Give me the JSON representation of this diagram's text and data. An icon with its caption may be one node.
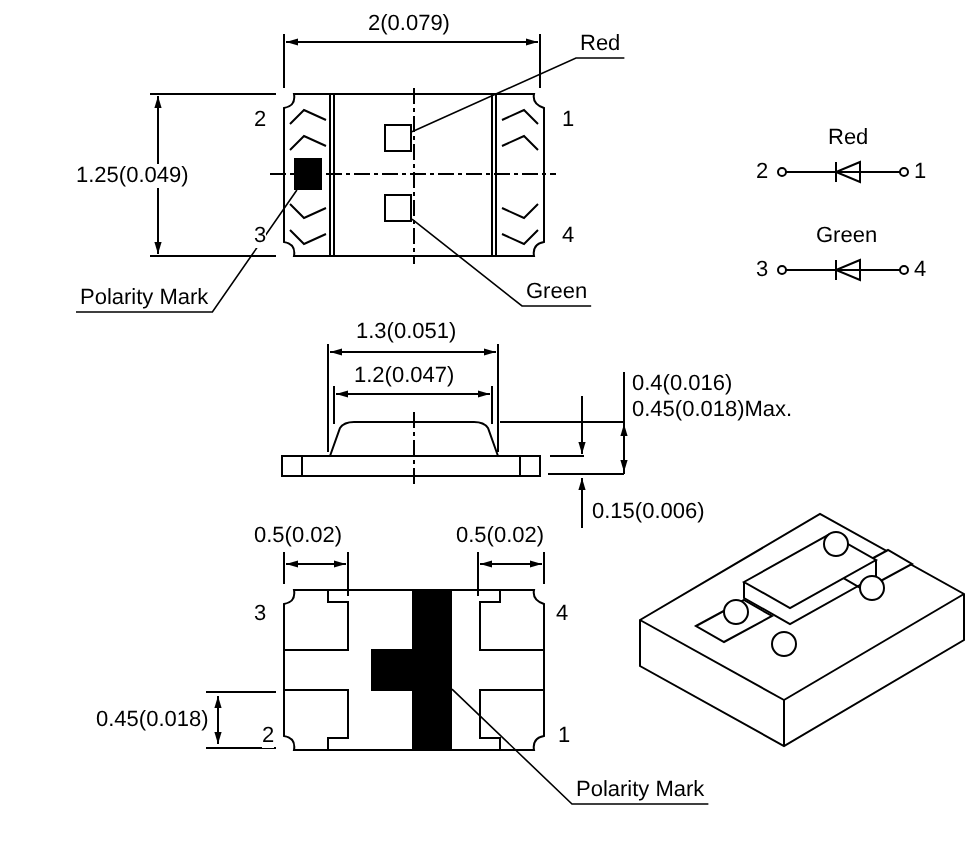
{
  "diagram": {
    "nodes": [
      {
        "text": [
          "Red"
        ]
      },
      {
        "text": [],
        "shape": "box"
      },
      {
        "text": [
          "Green"
        ]
      },
      {
        "text": [],
        "shape": "box"
      },
      {
        "text": [
          "Polarity Mark"
        ]
      },
      {
        "text": [],
        "shape": "box"
      },
      {
        "text": [
          "Polarity Mark"
        ]
      },
      {
        "text": [],
        "shape": "bar"
      }
    ],
    "edges": [
      {
        "from": 0,
        "to": 1,
        "arrow": "none"
      },
      {
        "from": 2,
        "to": 3,
        "arrow": "none"
      },
      {
        "from": 4,
        "to": 5,
        "arrow": "none"
      },
      {
        "from": 6,
        "to": 7,
        "arrow": "none"
      }
    ],
    "labels": [
      "2(0.079)",
      "2",
      "1",
      "1.25(0.049)",
      "3",
      "4",
      "Red",
      "2",
      "1",
      "Green",
      "3",
      "4",
      "1.3(0.051)",
      "1.2(0.047)",
      "0.4(0.016)",
      "0.45(0.018)Max.",
      "0.15(0.006)",
      "0.5(0.02)",
      "0.5(0.02)",
      "3",
      "4",
      "0.45(0.018)",
      "2",
      "1"
    ]
  }
}
